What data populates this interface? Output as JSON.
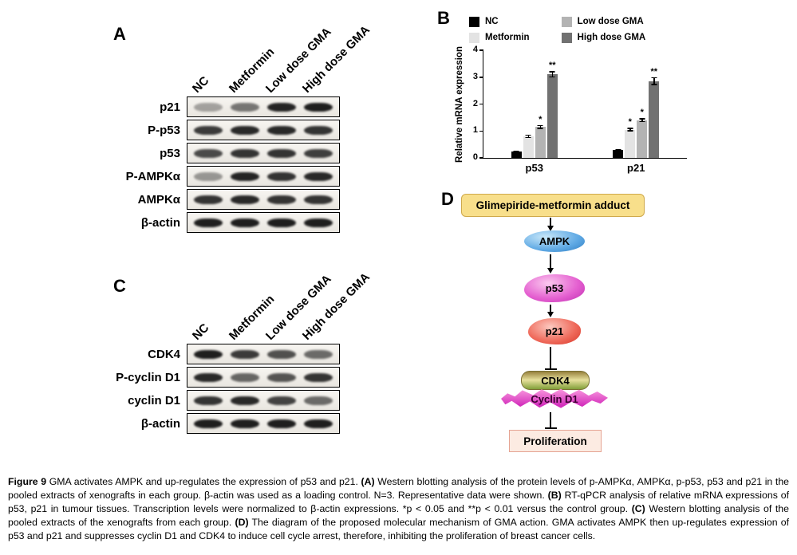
{
  "panels": {
    "a": {
      "label": "A",
      "lanes": [
        "NC",
        "Metformin",
        "Low dose GMA",
        "High dose GMA"
      ],
      "rows": [
        {
          "label": "p21",
          "bands": [
            0.35,
            0.55,
            0.92,
            0.95
          ]
        },
        {
          "label": "P-p53",
          "bands": [
            0.82,
            0.9,
            0.9,
            0.85
          ]
        },
        {
          "label": "p53",
          "bands": [
            0.75,
            0.85,
            0.85,
            0.8
          ]
        },
        {
          "label": "P-AMPKα",
          "bands": [
            0.4,
            0.92,
            0.85,
            0.9
          ]
        },
        {
          "label": "AMPKα",
          "bands": [
            0.85,
            0.9,
            0.85,
            0.85
          ]
        },
        {
          "label": "β-actin",
          "bands": [
            0.95,
            0.95,
            0.95,
            0.95
          ]
        }
      ]
    },
    "b": {
      "label": "B"
    },
    "c": {
      "label": "C",
      "lanes": [
        "NC",
        "Metformin",
        "Low dose GMA",
        "High dose GMA"
      ],
      "rows": [
        {
          "label": "CDK4",
          "bands": [
            0.95,
            0.82,
            0.72,
            0.6
          ]
        },
        {
          "label": "P-cyclin D1",
          "bands": [
            0.9,
            0.62,
            0.7,
            0.85
          ]
        },
        {
          "label": "cyclin D1",
          "bands": [
            0.85,
            0.9,
            0.78,
            0.6
          ]
        },
        {
          "label": "β-actin",
          "bands": [
            0.95,
            0.95,
            0.95,
            0.95
          ]
        }
      ]
    },
    "d": {
      "label": "D"
    }
  },
  "chart_data": {
    "type": "bar",
    "title": "",
    "xlabel": "",
    "ylabel": "Relative mRNA expression",
    "ylim": [
      0,
      4
    ],
    "yticks": [
      0,
      1,
      2,
      3,
      4
    ],
    "categories": [
      "p53",
      "p21"
    ],
    "series": [
      {
        "name": "NC",
        "color": "#000000",
        "values": [
          0.25,
          0.3
        ],
        "errors": [
          0.03,
          0.04
        ],
        "sig": [
          "",
          ""
        ]
      },
      {
        "name": "Metformin",
        "color": "#e3e3e3",
        "values": [
          0.8,
          1.05
        ],
        "errors": [
          0.06,
          0.07
        ],
        "sig": [
          "",
          "*"
        ]
      },
      {
        "name": "Low dose GMA",
        "color": "#b3b3b3",
        "values": [
          1.15,
          1.4
        ],
        "errors": [
          0.07,
          0.08
        ],
        "sig": [
          "*",
          "*"
        ]
      },
      {
        "name": "High dose GMA",
        "color": "#717171",
        "values": [
          3.1,
          2.85
        ],
        "errors": [
          0.12,
          0.15
        ],
        "sig": [
          "**",
          "**"
        ]
      }
    ],
    "legend_position": "top",
    "grid": false
  },
  "diagram": {
    "gma": {
      "label": "Glimepiride-metformin adduct"
    },
    "ampk": {
      "label": "AMPK"
    },
    "p53": {
      "label": "p53"
    },
    "p21": {
      "label": "p21"
    },
    "cdk4": {
      "label": "CDK4"
    },
    "cyclin_d1": {
      "label": "Cyclin D1"
    },
    "proliferation": {
      "label": "Proliferation"
    }
  },
  "caption": {
    "segments": [
      {
        "bold": true,
        "text": "Figure 9 "
      },
      {
        "bold": false,
        "text": "GMA activates AMPK and up-regulates the expression of p53 and p21. "
      },
      {
        "bold": true,
        "text": "(A)"
      },
      {
        "bold": false,
        "text": " Western blotting analysis of the protein levels of p-AMPKα, AMPKα, p-p53, p53 and p21 in the pooled extracts of xenografts in each group. β-actin was used as a loading control. N=3. Representative data were shown. "
      },
      {
        "bold": true,
        "text": "(B)"
      },
      {
        "bold": false,
        "text": " RT-qPCR analysis of relative mRNA expressions of p53, p21 in tumour tissues. Transcription levels were normalized to β-actin expressions. *p < 0.05 and **p < 0.01 versus the control group. "
      },
      {
        "bold": true,
        "text": "(C)"
      },
      {
        "bold": false,
        "text": " Western blotting analysis of the pooled extracts of the xenografts from each group. "
      },
      {
        "bold": true,
        "text": "(D)"
      },
      {
        "bold": false,
        "text": " The diagram of the proposed molecular mechanism of GMA action. GMA activates AMPK then up-regulates expression of p53 and p21 and suppresses cyclin D1 and CDK4 to induce cell cycle arrest, therefore, inhibiting the proliferation of breast cancer cells."
      }
    ]
  }
}
